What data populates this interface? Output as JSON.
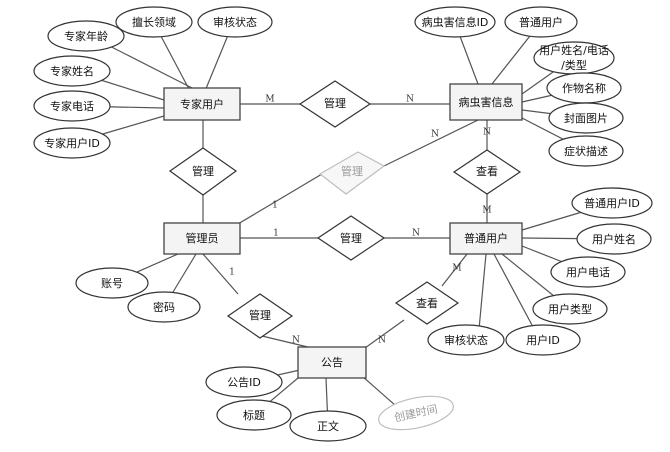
{
  "entities": {
    "expert_user": "专家用户",
    "pest_info": "病虫害信息",
    "admin": "管理员",
    "normal_user": "普通用户",
    "notice": "公告"
  },
  "relationships": {
    "manage_expert_pest": "管理",
    "manage_admin_expert": "管理",
    "manage_admin_pest": "管理",
    "view_user_pest": "查看",
    "manage_admin_user": "管理",
    "manage_admin_notice": "管理",
    "view_user_notice": "查看"
  },
  "attributes": {
    "expert_age": "专家年龄",
    "expert_field": "擅长领域",
    "expert_status": "审核状态",
    "expert_name": "专家姓名",
    "expert_phone": "专家电话",
    "expert_id": "专家用户ID",
    "pest_id": "病虫害信息ID",
    "pest_user": "普通用户",
    "pest_user_info_1": "用户姓名/电话",
    "pest_user_info_2": "/类型",
    "pest_crop": "作物名称",
    "pest_cover": "封面图片",
    "pest_symptom": "症状描述",
    "admin_account": "账号",
    "admin_password": "密码",
    "user_id_top": "普通用户ID",
    "user_name": "用户姓名",
    "user_phone": "用户电话",
    "user_type": "用户类型",
    "user_status": "审核状态",
    "user_id": "用户ID",
    "notice_id": "公告ID",
    "notice_title": "标题",
    "notice_body": "正文",
    "notice_time": "创建时间"
  },
  "cardinalities": {
    "expert_to_manage": "M",
    "manage_to_pest": "N",
    "pest_top_to_faded": "N",
    "faded_to_admin": "1",
    "pest_to_view": "N",
    "view_to_user": "M",
    "admin_to_manage_user": "1",
    "manage_to_user": "N",
    "admin_to_manage_notice": "1",
    "manage_to_notice": "N",
    "view_notice_to_notice": "N",
    "user_to_view_notice": "M"
  }
}
